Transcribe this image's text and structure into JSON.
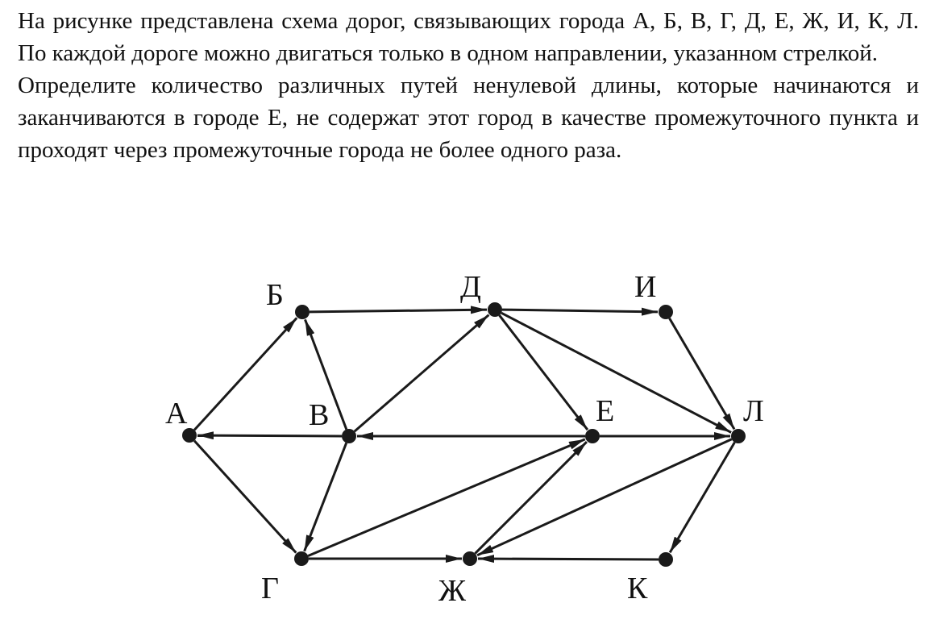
{
  "problem": {
    "paragraph1": "На рисунке представлена схема дорог, связывающих города А, Б, В, Г, Д, Е, Ж, И, К, Л. По каждой дороге можно двигаться только в одном направлении, указанном стрелкой.",
    "paragraph2": "Определите количество различных путей ненулевой длины, которые начинаются и заканчиваются в городе Е, не содержат этот город в качестве промежуточного пункта и проходят через промежуточные города не более одного раза."
  },
  "graph": {
    "cities": {
      "A": "А",
      "B": "Б",
      "V": "В",
      "G": "Г",
      "D": "Д",
      "E": "Е",
      "ZH": "Ж",
      "I": "И",
      "K": "К",
      "L": "Л"
    },
    "roads": [
      {
        "from": "А",
        "to": "Б"
      },
      {
        "from": "А",
        "to": "Г"
      },
      {
        "from": "Б",
        "to": "Д"
      },
      {
        "from": "В",
        "to": "Б"
      },
      {
        "from": "В",
        "to": "А"
      },
      {
        "from": "В",
        "to": "Д"
      },
      {
        "from": "В",
        "to": "Г"
      },
      {
        "from": "Д",
        "to": "И"
      },
      {
        "from": "Д",
        "to": "Е"
      },
      {
        "from": "Д",
        "to": "Л"
      },
      {
        "from": "Е",
        "to": "В"
      },
      {
        "from": "Е",
        "to": "Л"
      },
      {
        "from": "И",
        "to": "Л"
      },
      {
        "from": "Г",
        "to": "Е"
      },
      {
        "from": "Г",
        "to": "Ж"
      },
      {
        "from": "Ж",
        "to": "Е"
      },
      {
        "from": "Л",
        "to": "Ж"
      },
      {
        "from": "Л",
        "to": "К"
      },
      {
        "from": "К",
        "to": "Ж"
      }
    ]
  }
}
